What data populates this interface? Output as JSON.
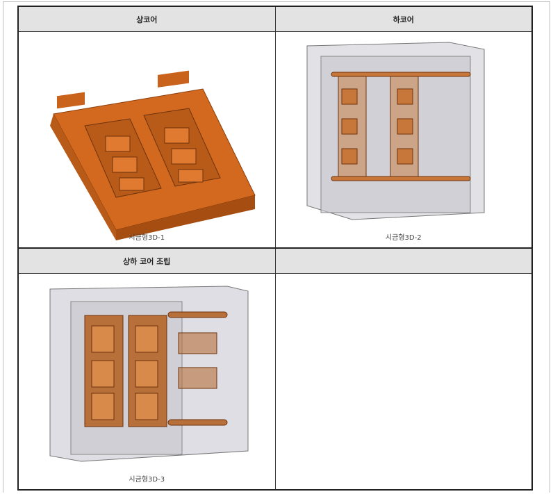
{
  "table": {
    "headers_row1": [
      "상코어",
      "하코어"
    ],
    "captions_row1": [
      "시금형3D-1",
      "시금형3D-2"
    ],
    "headers_row2": [
      "상하 코어 조립",
      ""
    ],
    "captions_row2": [
      "시금형3D-3",
      ""
    ]
  },
  "colors": {
    "header_bg": "#e3e3e3",
    "core_orange": "#d2691e",
    "transparent_gray": "#c8c8d0"
  }
}
